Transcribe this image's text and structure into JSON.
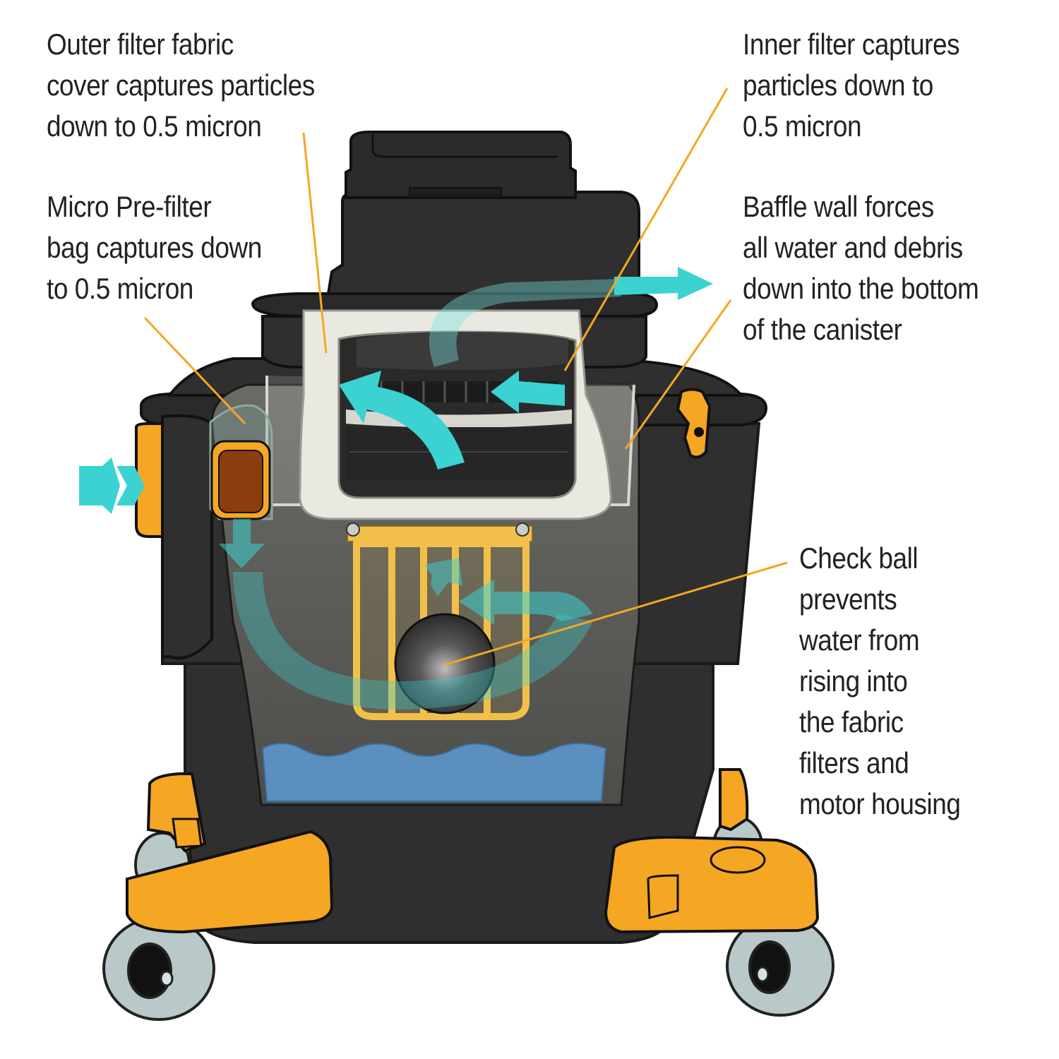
{
  "callouts": {
    "outer_filter": {
      "lines": [
        "Outer filter fabric",
        "cover captures particles",
        "down to 0.5 micron"
      ]
    },
    "micro_prefilter": {
      "lines": [
        "Micro Pre-filter",
        "bag captures down",
        "to 0.5 micron"
      ]
    },
    "inner_filter": {
      "lines": [
        "Inner filter captures",
        "particles down to",
        "0.5 micron"
      ]
    },
    "baffle_wall": {
      "lines": [
        "Baffle wall forces",
        "all water and debris",
        "down into the bottom",
        "of the canister"
      ]
    },
    "check_ball": {
      "lines": [
        "Check ball",
        "prevents",
        "water from",
        "rising into",
        "the fabric",
        "filters and",
        "motor housing"
      ]
    }
  },
  "colors": {
    "body": "#2f2f2f",
    "body_dark": "#1f1f1f",
    "accent_yellow": "#f5a623",
    "cage_yellow": "#f2c04a",
    "airflow": "#3cd2d2",
    "water": "#5a8fc0",
    "leader_line": "#f5a623",
    "filter_white": "#e9e9e2",
    "wheel": "#b9c9c9"
  }
}
